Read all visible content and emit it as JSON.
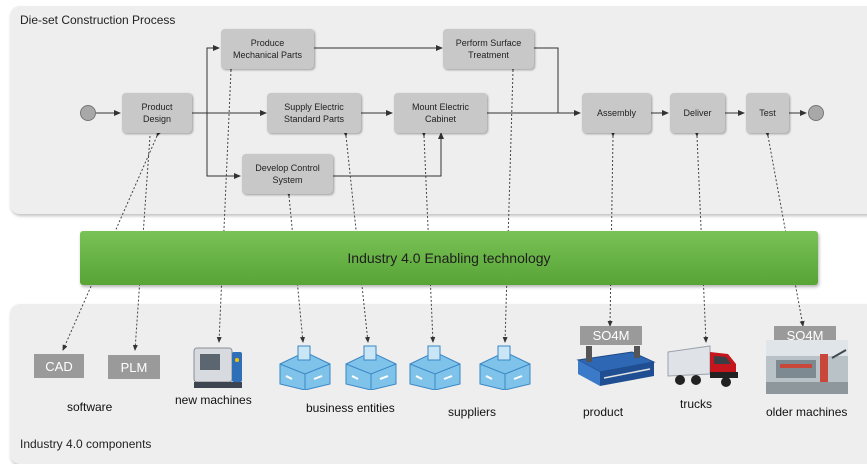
{
  "process": {
    "title": "Die-set Construction Process",
    "steps": {
      "product_design": "Product\nDesign",
      "produce_mechanical_parts": "Produce\nMechanical Parts",
      "supply_electric_standard_parts": "Supply Electric\nStandard Parts",
      "develop_control_system": "Develop Control\nSystem",
      "perform_surface_treatment": "Perform Surface\nTreatment",
      "mount_electric_cabinet": "Mount Electric\nCabinet",
      "assembly": "Assembly",
      "deliver": "Deliver",
      "test": "Test"
    }
  },
  "enabling_technology": "Industry 4.0 Enabling technology",
  "components": {
    "title": "Industry 4.0 components",
    "tags": {
      "cad": "CAD",
      "plm": "PLM",
      "so4m_product": "SO4M",
      "so4m_older": "SO4M"
    },
    "labels": {
      "software": "software",
      "new_machines": "new machines",
      "business_entities": "business entities",
      "suppliers": "suppliers",
      "product": "product",
      "trucks": "trucks",
      "older_machines": "older machines"
    },
    "icons": [
      "cnc-machine-icon",
      "entity-building-icon",
      "press-machine-icon",
      "truck-icon",
      "workshop-photo-icon"
    ]
  },
  "colors": {
    "bar_green": "#6ab848",
    "step_gray": "#c8c8c8",
    "panel_gray": "#eeeeee",
    "tag_gray": "#9a9a9a"
  }
}
